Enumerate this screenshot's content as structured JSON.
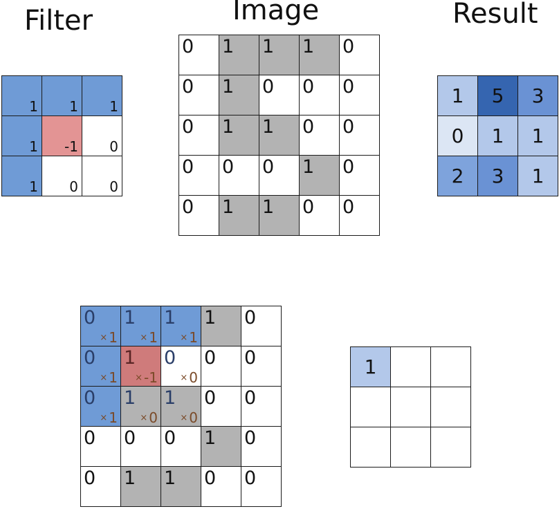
{
  "titles": {
    "filter": "Filter",
    "image": "Image",
    "result": "Result"
  },
  "filter": [
    [
      1,
      1,
      1
    ],
    [
      1,
      -1,
      0
    ],
    [
      1,
      0,
      0
    ]
  ],
  "image": [
    [
      0,
      1,
      1,
      1,
      0
    ],
    [
      0,
      1,
      0,
      0,
      0
    ],
    [
      0,
      1,
      1,
      0,
      0
    ],
    [
      0,
      0,
      0,
      1,
      0
    ],
    [
      0,
      1,
      1,
      0,
      0
    ]
  ],
  "result": [
    [
      1,
      5,
      3
    ],
    [
      0,
      1,
      1
    ],
    [
      2,
      3,
      1
    ]
  ],
  "partial_result": [
    [
      1,
      null,
      null
    ],
    [
      null,
      null,
      null
    ],
    [
      null,
      null,
      null
    ]
  ],
  "multiply_sign": "×",
  "colors": {
    "image_on": "#b3b3b3",
    "filter_positive": "#6f9bd6",
    "filter_negative": "#e39494",
    "filter_zero": "#ffffff",
    "overlay_positive": "#6f9bd6",
    "overlay_negative": "#cf7b7b",
    "overlay_zero_on": "#b3b3b3",
    "overlay_zero_off": "#ffffff",
    "result_scale": {
      "0": "#dce6f4",
      "1": "#b3c8ea",
      "2": "#7ea3dc",
      "3": "#6a92d4",
      "5": "#3565b0"
    }
  }
}
